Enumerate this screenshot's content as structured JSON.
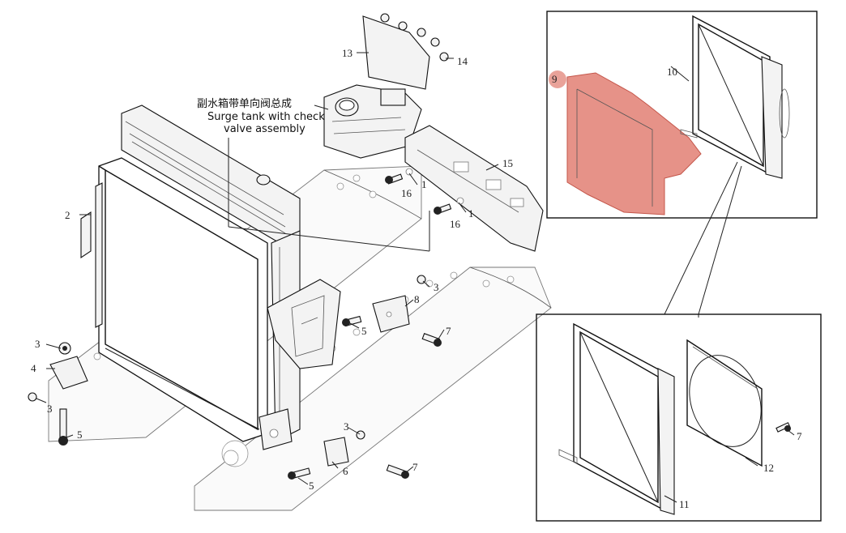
{
  "caption": {
    "cn": "副水箱带单向阀总成",
    "en_line1": "Surge tank with check",
    "en_line2": "valve assembly"
  },
  "callouts": {
    "c1a": "1",
    "c1b": "1",
    "c2": "2",
    "c3a": "3",
    "c3b": "3",
    "c3c": "3",
    "c3d": "3",
    "c4": "4",
    "c5a": "5",
    "c5b": "5",
    "c5c": "5",
    "c6": "6",
    "c7a": "7",
    "c7b": "7",
    "c7c": "7",
    "c8": "8",
    "c9": "9",
    "c10": "10",
    "c11": "11",
    "c12": "12",
    "c13": "13",
    "c14": "14",
    "c15": "15",
    "c16a": "16",
    "c16b": "16"
  },
  "colors": {
    "highlight": "#e07a6e",
    "linework": "#222222",
    "frame_fill": "#ffffff"
  }
}
